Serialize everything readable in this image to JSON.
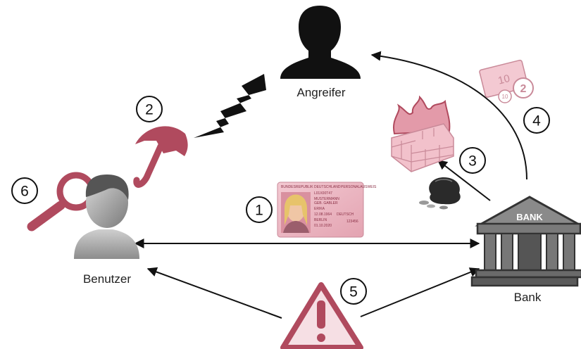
{
  "labels": {
    "attacker": "Angreifer",
    "user": "Benutzer",
    "bank": "Bank",
    "bank_sign": "BANK"
  },
  "steps": [
    "1",
    "2",
    "3",
    "4",
    "5",
    "6"
  ],
  "id_card": {
    "header": "BUNDESREPUBLIK DEUTSCHLAND",
    "type": "PERSONALAUSWEIS",
    "number": "L01X00T47",
    "surname": "MUSTERMANN",
    "birth_name": "GEB. GABLER",
    "given_name": "ERIKA",
    "birth_date": "12.08.1964",
    "nationality": "DEUTSCH",
    "birth_place": "BERLIN",
    "expiry": "01.10.2020",
    "can": "123456"
  },
  "banknote": {
    "value_note": "10",
    "value_coin": "2",
    "value_coin2": "10"
  },
  "colors": {
    "accent": "#b04a5e",
    "accent_light": "#e6a9b6",
    "dark": "#111111",
    "grey": "#8a8a8a"
  },
  "icons": [
    "attacker-silhouette-icon",
    "lightning-icon",
    "umbrella-icon",
    "magnifier-icon",
    "user-avatar-icon",
    "id-card-icon",
    "burning-firewall-icon",
    "money-bag-icon",
    "banknote-icon",
    "bank-building-icon",
    "warning-triangle-icon"
  ]
}
